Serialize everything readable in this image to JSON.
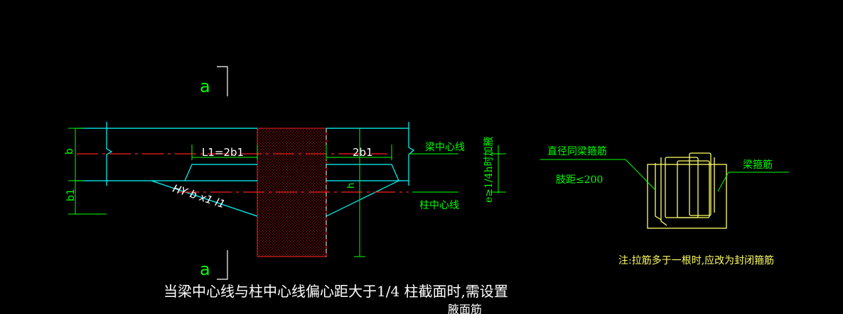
{
  "colors": {
    "background": "#000000",
    "beam_outline": "#00ffff",
    "dimension": "#00ff00",
    "centerline": "#ff2020",
    "stirrup": "#ffff66",
    "text_white": "#ffffff",
    "column_hatch": "#ff2020"
  },
  "labels": {
    "section_mark_top": "a",
    "section_mark_bottom": "a",
    "dim_b": "b",
    "dim_b1": "b1",
    "dim_l1_left": "L1=2b1",
    "dim_l1_right": "2b1",
    "haunch_note": "HY b x1 l1",
    "dim_h": "h",
    "beam_centerline": "梁中心线",
    "column_centerline": "柱中心线",
    "eccentricity_note": "e≥1/4h时加腋",
    "caption": "当梁中心线与柱中心线偏心距大于1/4 柱截面时,需设置",
    "section_title_partial": "腋面筋",
    "stirrup_same_diameter": "直径同梁箍筋",
    "spacing_note": "肢距≤200",
    "beam_stirrup": "梁箍筋",
    "tie_note": "注:拉筋多于一根时,应改为封闭箍筋"
  }
}
